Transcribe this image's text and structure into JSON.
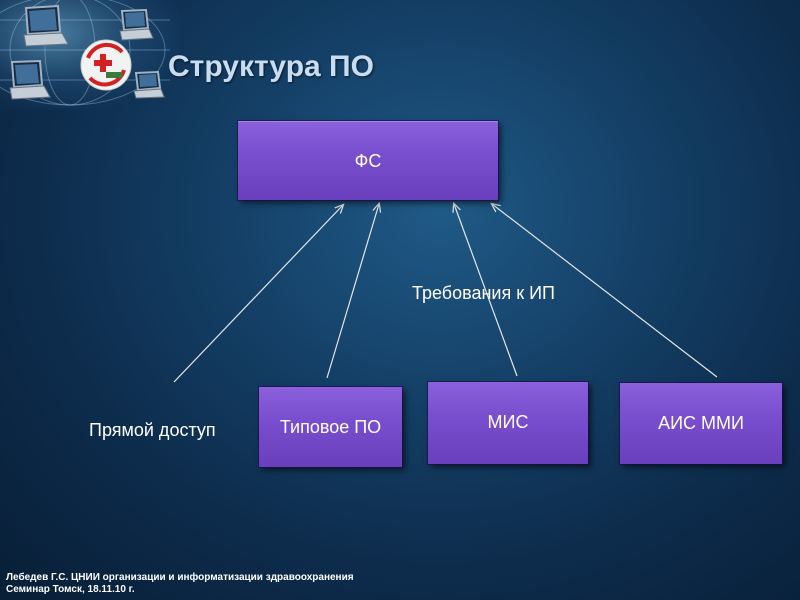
{
  "title": "Структура ПО",
  "top_box": {
    "label": "ФС"
  },
  "requirements_label": "Требования к ИП",
  "direct_access_label": "Прямой доступ",
  "bottom_boxes": [
    {
      "label": "Типовое ПО"
    },
    {
      "label": "МИС"
    },
    {
      "label": "АИС ММИ"
    }
  ],
  "footer": {
    "line1": "Лебедев Г.С. ЦНИИ организации и информатизации здравоохранения",
    "line2": "Семинар  Томск, 18.11.10 г."
  },
  "colors": {
    "box_fill": "#7a4fcf",
    "arrow": "#e6e6e6",
    "title": "#c9ddf2",
    "logo_red": "#d32020"
  },
  "icons": [
    "laptop-icon",
    "laptop-icon",
    "laptop-icon",
    "laptop-icon",
    "emblem-icon"
  ]
}
